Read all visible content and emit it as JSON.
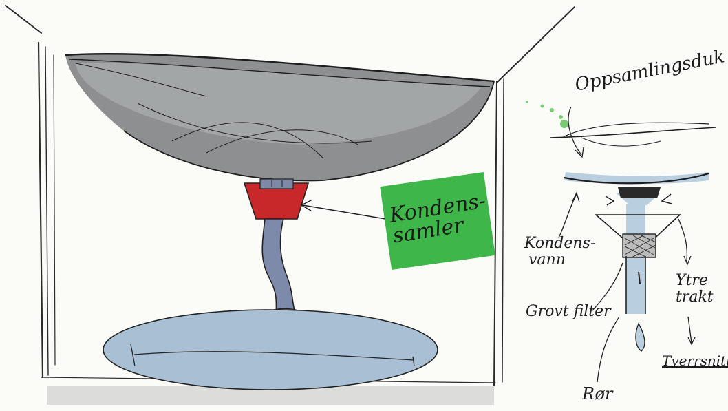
{
  "colors": {
    "paper": "#fbfbf8",
    "dish": "#8d8f91",
    "collector": "#c8282a",
    "hose": "#7d8aaa",
    "bag": "#a9bfd3",
    "label_box": "#3fb64a",
    "water": "#b9cfe0"
  },
  "left": {
    "collector_label_line1": "Kondens-",
    "collector_label_line2": "samler"
  },
  "right": {
    "cloth_label": "Oppsamlingsduk",
    "condensate_label_line1": "Kondens-",
    "condensate_label_line2": "vann",
    "filter_label": "Grovt filter",
    "funnel_label_line1": "Ytre",
    "funnel_label_line2": "trakt",
    "pipe_label": "Rør",
    "overflow_label": "Tverrsnitt"
  }
}
